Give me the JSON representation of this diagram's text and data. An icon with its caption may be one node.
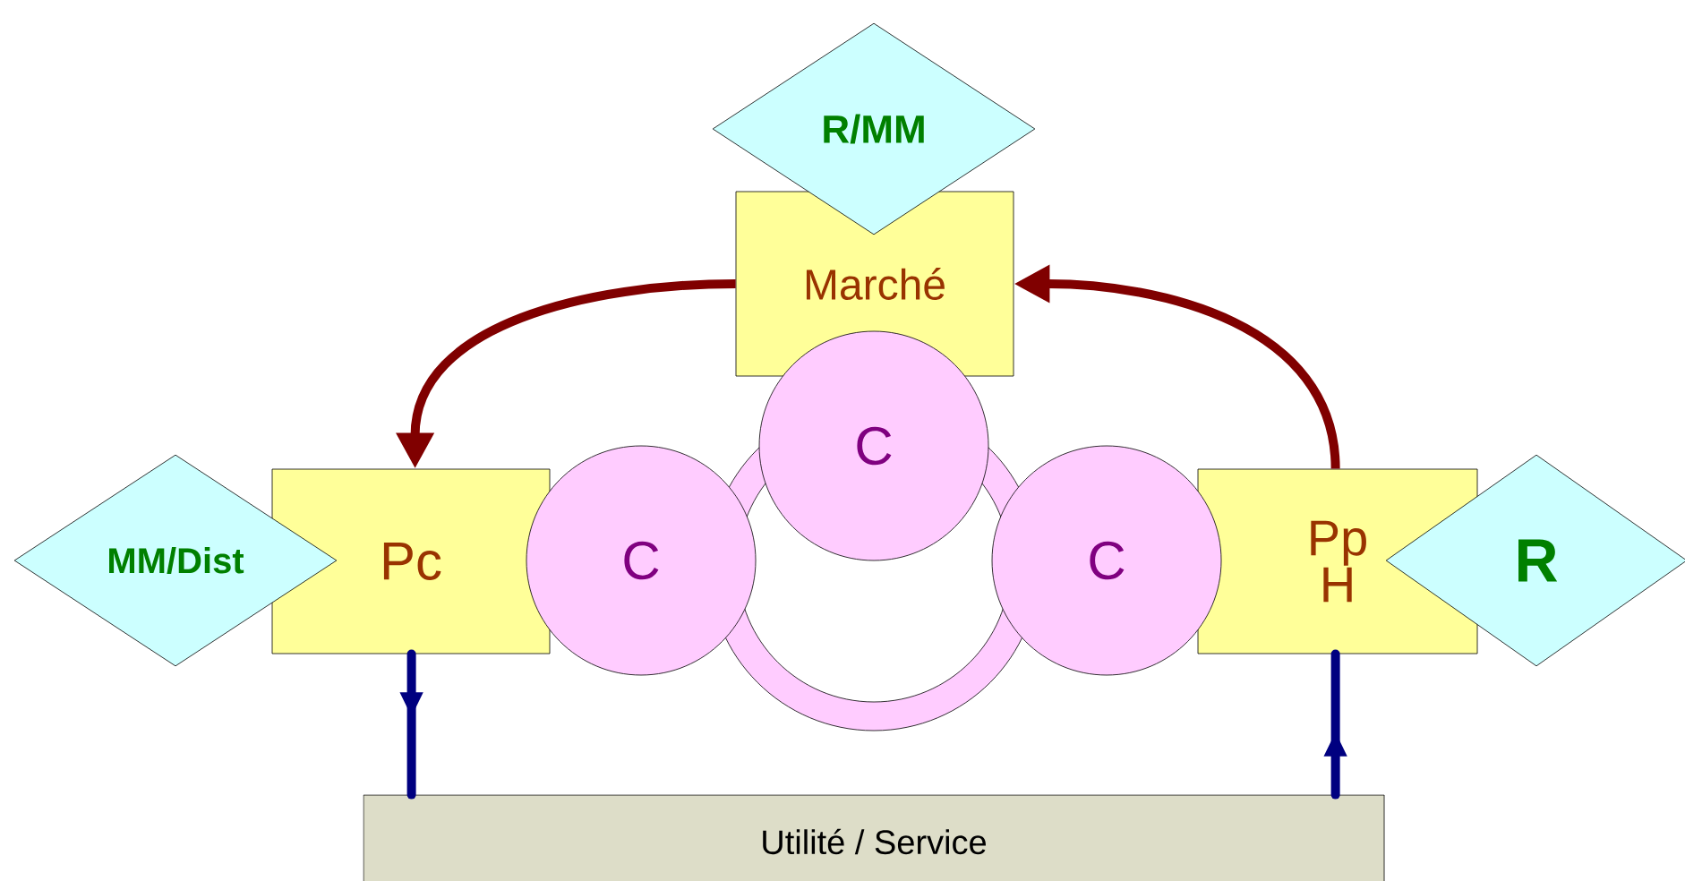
{
  "diagram": {
    "nodes": [
      {
        "text": [
          "R/MM"
        ]
      },
      {
        "text": [
          "Marché"
        ]
      },
      {
        "text": [
          "C"
        ]
      },
      {
        "text": [
          "MM/Dist"
        ]
      },
      {
        "text": [
          "Pc"
        ]
      },
      {
        "text": [
          "C"
        ]
      },
      {
        "text": [
          "C"
        ]
      },
      {
        "text": [
          "Pp H"
        ]
      },
      {
        "text": [
          "R"
        ]
      },
      {
        "text": [
          "Utilité / Service"
        ]
      }
    ],
    "edges": [
      {
        "from": 1,
        "to": 4,
        "arrow": "to",
        "color": "#800000"
      },
      {
        "from": 7,
        "to": 1,
        "arrow": "to",
        "color": "#800000"
      },
      {
        "from": 4,
        "to": 9,
        "arrow": "to",
        "color": "#000080"
      },
      {
        "from": 9,
        "to": 7,
        "arrow": "to",
        "color": "#000080"
      }
    ]
  }
}
